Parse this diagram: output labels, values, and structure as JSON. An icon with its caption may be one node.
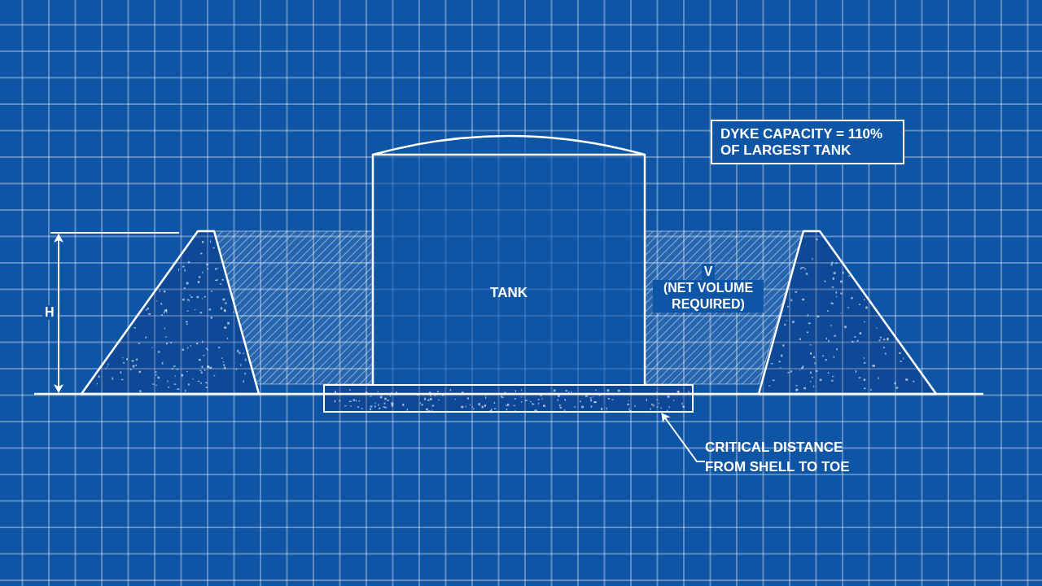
{
  "diagram": {
    "nodes": [
      {
        "text": [
          "DYKE CAPACITY = 110% OF LARGEST TANK"
        ]
      },
      {
        "text": [
          "TANK"
        ]
      },
      {
        "text": [
          "V",
          "(NET VOLUME REQUIRED)"
        ]
      },
      {
        "text": [
          "CRITICAL DISTANCE FROM SHELL TO TOE"
        ]
      },
      {
        "text": [],
        "shape": "bar"
      },
      {
        "text": [],
        "shape": "box"
      }
    ],
    "edges": [
      {
        "from": 3,
        "to": 4,
        "arrow": "to"
      }
    ],
    "labels": [
      "H"
    ]
  }
}
